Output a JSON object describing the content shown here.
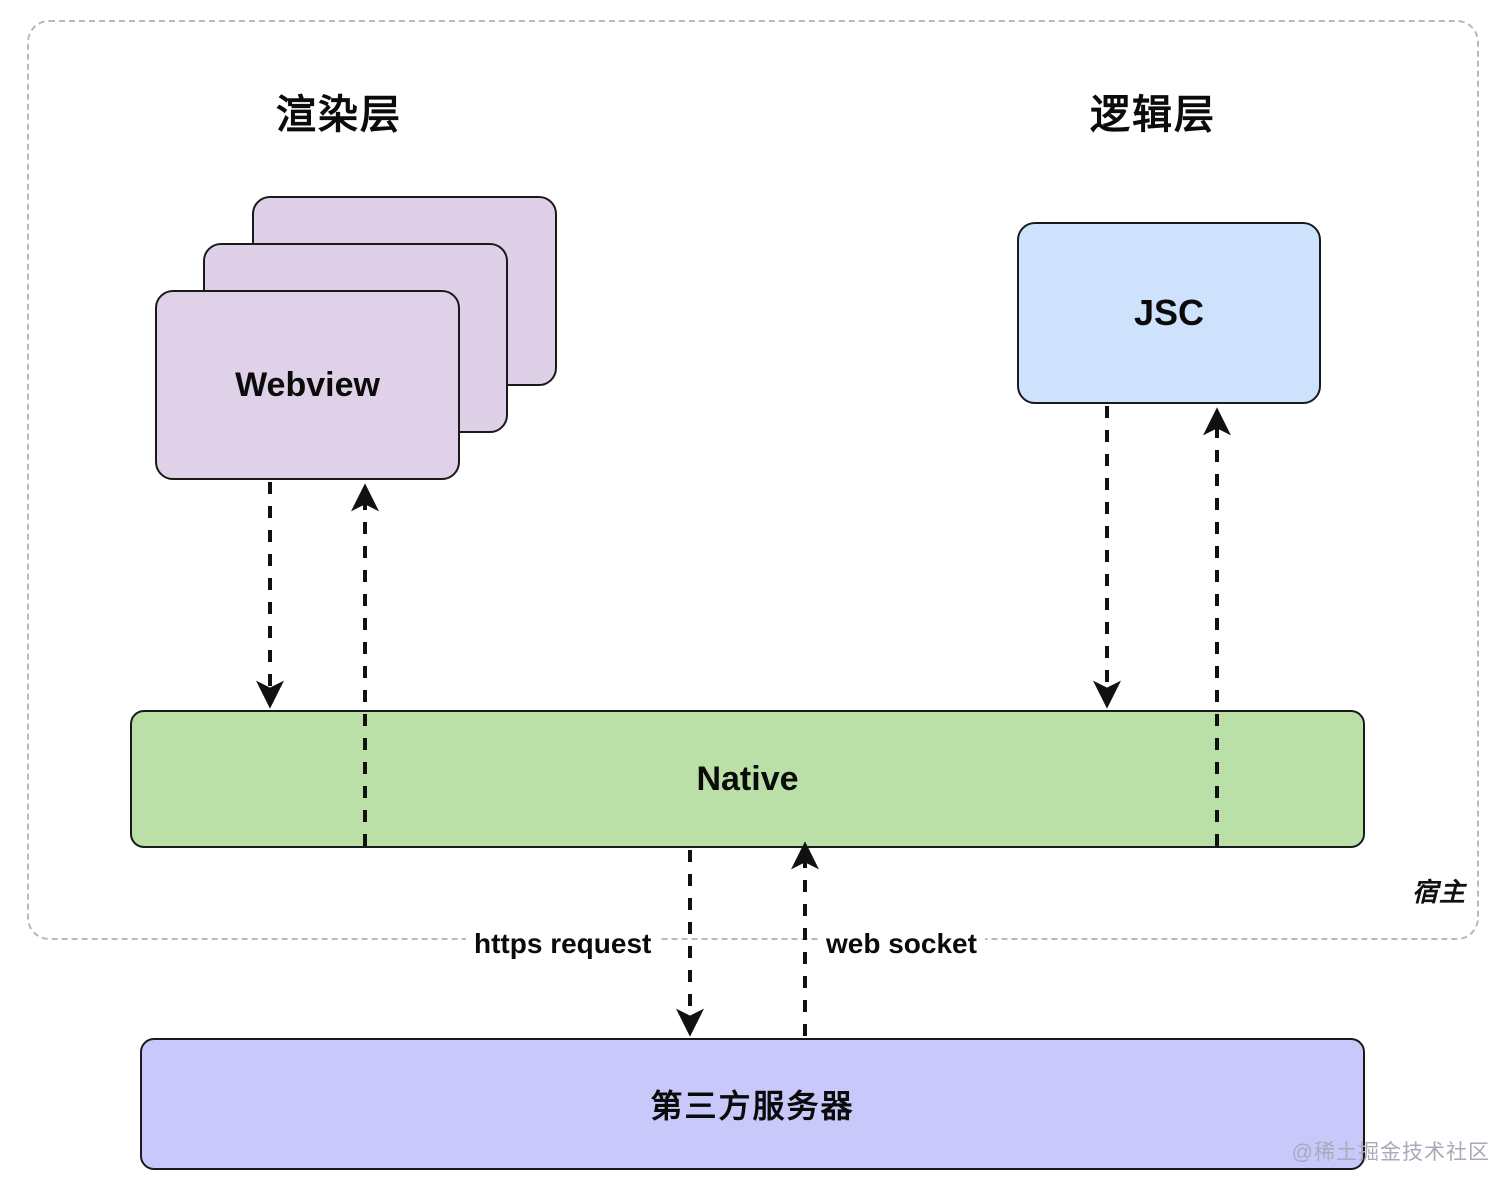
{
  "diagram": {
    "host_container": {
      "label": "宿主",
      "border_color": "#b9b9b9"
    },
    "columns": [
      {
        "id": "render",
        "title": "渲染层"
      },
      {
        "id": "logic",
        "title": "逻辑层"
      }
    ],
    "nodes": [
      {
        "id": "webview",
        "label": "Webview",
        "fill": "#dfd2e8",
        "stroke": "#1a1a1a",
        "stacked": true,
        "stack_count": 3
      },
      {
        "id": "jsc",
        "label": "JSC",
        "fill": "#cfe2fd",
        "stroke": "#1a1a1a",
        "stacked": false
      },
      {
        "id": "native",
        "label": "Native",
        "fill": "#bbe0a7",
        "stroke": "#1a1a1a",
        "stacked": false
      },
      {
        "id": "third-party-server",
        "label": "第三方服务器",
        "fill": "#c9c8fb",
        "stroke": "#1a1a1a",
        "stacked": false
      }
    ],
    "edges": [
      {
        "id": "webview-to-native",
        "from": "webview",
        "to": "native",
        "label": "",
        "style": "dashed",
        "direction": "down"
      },
      {
        "id": "native-to-webview",
        "from": "native",
        "to": "webview",
        "label": "",
        "style": "dashed",
        "direction": "up"
      },
      {
        "id": "jsc-to-native",
        "from": "jsc",
        "to": "native",
        "label": "",
        "style": "dashed",
        "direction": "down"
      },
      {
        "id": "native-to-jsc",
        "from": "native",
        "to": "jsc",
        "label": "",
        "style": "dashed",
        "direction": "up"
      },
      {
        "id": "native-to-server",
        "from": "native",
        "to": "third-party-server",
        "label": "https request",
        "style": "dashed",
        "direction": "down"
      },
      {
        "id": "server-to-native",
        "from": "third-party-server",
        "to": "native",
        "label": "web socket",
        "style": "dashed",
        "direction": "up"
      }
    ],
    "watermark": "@稀土掘金技术社区"
  }
}
